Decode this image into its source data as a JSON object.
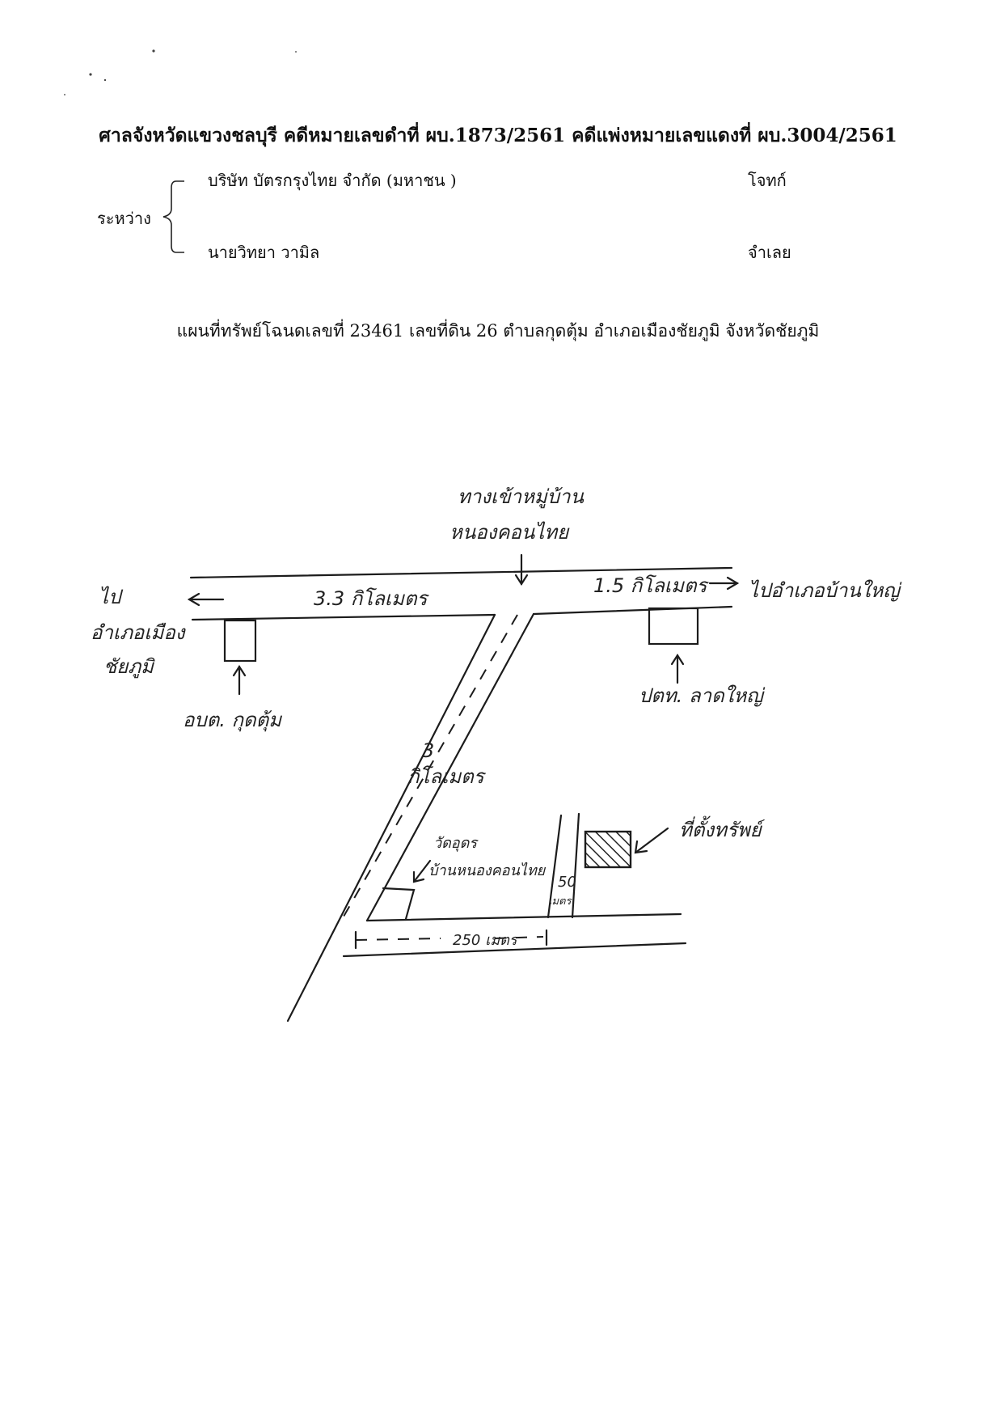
{
  "header": {
    "title": "ศาลจังหวัดแขวงชลบุรี คดีหมายเลขดำที่ ผบ.1873/2561 คดีแพ่งหมายเลขแดงที่ ผบ.3004/2561",
    "between_label": "ระหว่าง",
    "plaintiff_name": "บริษัท บัตรกรุงไทย จำกัด (มหาชน )",
    "plaintiff_role": "โจทก์",
    "defendant_name": "นายวิทยา  วามิล",
    "defendant_role": "จำเลย",
    "subtitle": "แผนที่ทรัพย์โฉนดเลขที่ 23461 เลขที่ดิน 26 ตำบลกุดตุ้ม อำเภอเมืองชัยภูมิ จังหวัดชัยภูมิ"
  },
  "map": {
    "entrance_label_line1": "ทางเข้าหมู่บ้าน",
    "entrance_label_line2": "หนองคอนไทย",
    "distance_left": "3.3  กิโลเมตร",
    "distance_right": "1.5 กิโลเมตร",
    "to_left_line1": "ไป",
    "to_left_line2": "อำเภอเมือง",
    "to_left_line3": "ชัยภูมิ",
    "to_right": "ไปอำเภอบ้านใหญ่",
    "left_building_label": "อบต. กุดตุ้ม",
    "right_building_label": "ปตท. ลาดใหญ่",
    "diagonal_distance_line1": "3",
    "diagonal_distance_line2": "กิโลเมตร",
    "temple_label_line1": "วัดอุดร",
    "temple_label_line2": "บ้านหนองคอนไทย",
    "side_distance_line1": "50",
    "side_distance_line2": "เมตร",
    "bottom_distance": "250 เมตร",
    "property_label": "ที่ตั้งทรัพย์"
  }
}
